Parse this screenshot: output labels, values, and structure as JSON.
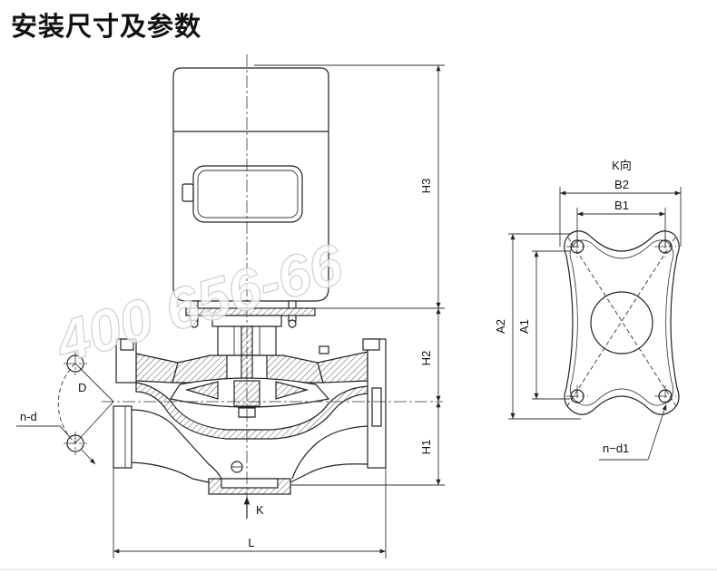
{
  "title": "安装尺寸及参数",
  "labels": {
    "h3": "H3",
    "h2": "H2",
    "h1": "H1",
    "l": "L",
    "k": "K",
    "d": "D",
    "n_d": "n-d",
    "k_view": "K向",
    "b2": "B2",
    "b1": "B1",
    "a2": "A2",
    "a1": "A1",
    "n_d1": "n−d1"
  },
  "watermark": "400 656-66"
}
